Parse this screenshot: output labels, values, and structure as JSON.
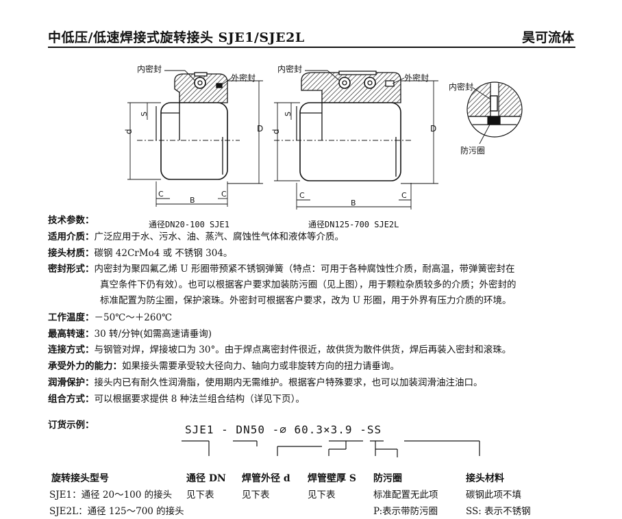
{
  "header": {
    "title": "中低压/低速焊接式旋转接头 SJE1/SJE2L",
    "brand": "昊可流体"
  },
  "drawing": {
    "inner_seal": "内密封",
    "outer_seal": "外密封",
    "dust_ring": "防污圈",
    "dim_d": "d",
    "dim_D": "D",
    "dim_S": "S",
    "dim_C": "C",
    "dim_B": "B",
    "caption_sje1": "通径DN20-100  SJE1",
    "caption_sje2l": "通径DN125-700  SJE2L"
  },
  "specs": {
    "tech": {
      "k": "技术参数："
    },
    "media": {
      "k": "适用介质：",
      "v": "广泛应用于水、污水、油、蒸汽、腐蚀性气体和液体等介质。"
    },
    "material": {
      "k": "接头材质：",
      "v": "碳钢 42CrMo4 或 不锈钢 304。"
    },
    "seal": {
      "k": "密封形式：",
      "v1": "内密封为聚四氟乙烯 U 形圈带预紧不锈钢弹簧（特点：可用于各种腐蚀性介质，耐高温，带弹簧密封在",
      "v2": "真空条件下仍有效）。也可以根据客户要求加装防污圈（见上图），用于颗粒杂质较多的介质；外密封的",
      "v3": "标准配置为防尘圈，保护滚珠。外密封可根据客户要求，改为 U 形圈，用于外界有压力介质的环境。"
    },
    "temp": {
      "k": "工作温度：",
      "v": "－50℃～＋260℃"
    },
    "speed": {
      "k": "最高转速：",
      "v": "30 转/分钟(如需高速请垂询)"
    },
    "connect": {
      "k": "连接方式：",
      "v": "与钢管对焊，焊接坡口为 30°。由于焊点离密封件很近，故供货为散件供货，焊后再装入密封和滚珠。"
    },
    "force": {
      "k": "承受外力的能力：",
      "v": "如果接头需要承受较大径向力、轴向力或非旋转方向的扭力请垂询。"
    },
    "lube": {
      "k": "润滑保护：",
      "v": "接头内已有耐久性润滑脂，使用期内无需维护。根据客户特殊要求，也可以加装润滑油注油口。"
    },
    "combo": {
      "k": "组合方式：",
      "v": "可以根据要求提供 8 种法兰组合结构（详见下页）。"
    }
  },
  "order": {
    "label": "订货示例：",
    "code": "SJE1 - DN50 -∅ 60.3×3.9    -SS",
    "columns": [
      {
        "head": "旋转接头型号",
        "line1": "SJE1：通径 20～100 的接头",
        "line2": "SJE2L：通径 125～700 的接头"
      },
      {
        "head": "通径 DN",
        "line1": "见下表",
        "line2": ""
      },
      {
        "head": "焊管外径 d",
        "line1": "见下表",
        "line2": ""
      },
      {
        "head": "焊管壁厚 S",
        "line1": "见下表",
        "line2": ""
      },
      {
        "head": "防污圈",
        "line1": "标准配置无此项",
        "line2": "P:表示带防污圈"
      },
      {
        "head": "接头材料",
        "line1": "碳钢此项不填",
        "line2": "SS: 表示不锈钢"
      }
    ]
  }
}
